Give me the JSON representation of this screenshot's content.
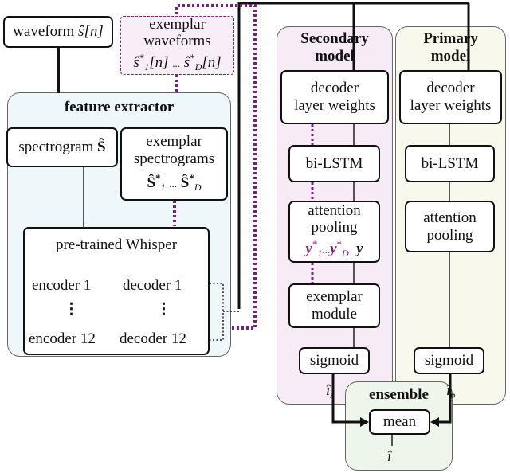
{
  "waveform": {
    "label": "waveform",
    "math": "ŝ[n]"
  },
  "exemplar_waveforms": {
    "line1": "exemplar",
    "line2": "waveforms",
    "first": "ŝ",
    "first_sub": "1",
    "first_tail": "[n]",
    "ellipsis": "...",
    "last": "ŝ",
    "last_sub": "D",
    "last_tail": "[n]",
    "star": "*"
  },
  "feature_extractor": {
    "title": "feature extractor"
  },
  "spectrogram": {
    "label": "spectrogram",
    "math": "Ŝ"
  },
  "exemplar_spectrograms": {
    "line1": "exemplar",
    "line2": "spectrograms",
    "first": "Ŝ",
    "first_sub": "1",
    "ellipsis": "...",
    "last": "Ŝ",
    "last_sub": "D",
    "star": "*"
  },
  "whisper": {
    "title": "pre-trained Whisper",
    "encoder_first": "encoder 1",
    "encoder_last": "encoder 12",
    "decoder_first": "decoder 1",
    "decoder_last": "decoder 12",
    "vdots": "⋮"
  },
  "secondary": {
    "title_line1": "Secondary",
    "title_line2": "model",
    "decoder_weights_line1": "decoder",
    "decoder_weights_line2": "layer weights",
    "bilstm": "bi-LSTM",
    "attention_line1": "attention",
    "attention_line2": "pooling",
    "y_star_first": "y",
    "y_star_first_sub": "1",
    "y_ellipsis": "...",
    "y_star_last": "y",
    "y_star_last_sub": "D",
    "star": "*",
    "y": "y",
    "exemplar_line1": "exemplar",
    "exemplar_line2": "module",
    "sigmoid": "sigmoid",
    "output": "î",
    "output_sub": "s"
  },
  "primary": {
    "title_line1": "Primary",
    "title_line2": "model",
    "decoder_weights_line1": "decoder",
    "decoder_weights_line2": "layer weights",
    "bilstm": "bi-LSTM",
    "attention_line1": "attention",
    "attention_line2": "pooling",
    "sigmoid": "sigmoid",
    "output": "î",
    "output_sub": "p"
  },
  "ensemble": {
    "title": "ensemble",
    "mean": "mean",
    "output": "î"
  },
  "colors": {
    "feature_extractor_fill": "#eef7fa",
    "secondary_fill": "#f7ebf6",
    "primary_fill": "#f8f8ec",
    "ensemble_fill": "#eef6ec",
    "exemplar_fill": "#f8eef8",
    "dotted_purple": "#7a1f7f",
    "line": "#111111"
  }
}
